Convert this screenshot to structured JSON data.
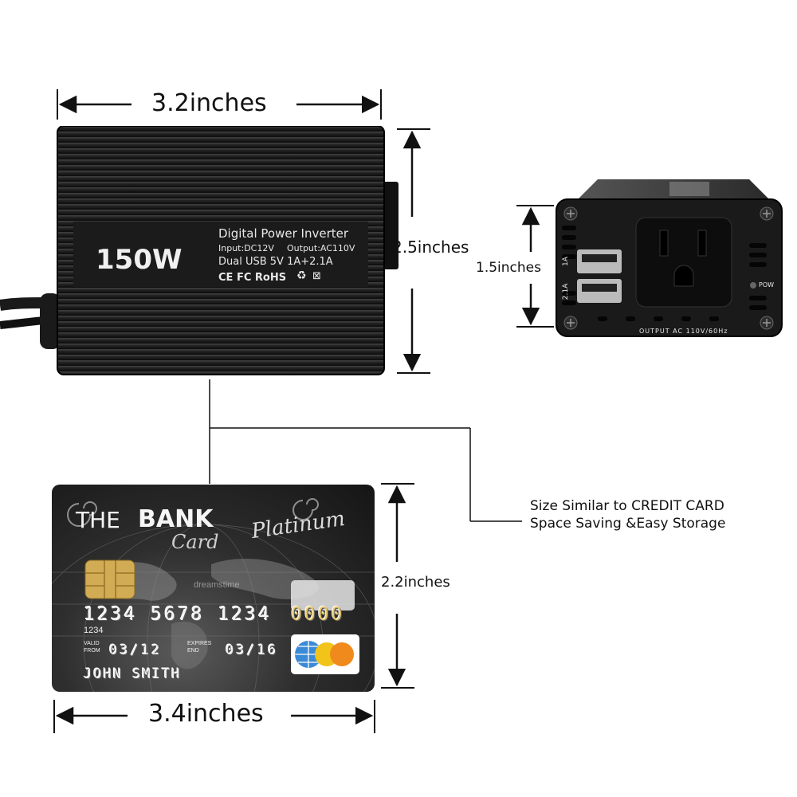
{
  "dimensions": {
    "inverter_width": "3.2inches",
    "inverter_height": "2.5inches",
    "front_height": "1.5inches",
    "card_height": "2.2inches",
    "card_width": "3.4inches"
  },
  "inverter": {
    "wattage": "150W",
    "title": "Digital Power Inverter",
    "input": "Input:DC12V",
    "output": "Output:AC110V",
    "usb": "Dual USB 5V 1A+2.1A",
    "certifications": "CE FC RoHS"
  },
  "front_panel": {
    "usb_top_label": "1A",
    "usb_bottom_label": "2.1A",
    "power_label": "POW",
    "output_label": "OUTPUT AC 110V/60Hz"
  },
  "caption": {
    "line1": "Size Similar to CREDIT CARD",
    "line2": "Space Saving &Easy Storage"
  },
  "card": {
    "bank_prefix": "THE",
    "bank_name": "BANK",
    "card_word": "Card",
    "tier": "Platinum",
    "watermark": "dreamstime",
    "number": "1234 5678 1234",
    "number_tail": "0000",
    "small_number": "1234",
    "valid_from_label_1": "VALID",
    "valid_from_label_2": "FROM",
    "valid_from": "03/12",
    "expires_label_1": "EXPIRES",
    "expires_label_2": "END",
    "expires": "03/16",
    "holder": "JOHN SMITH"
  },
  "colors": {
    "inverter_body": "#1e1e1e",
    "card_dark": "#2a2a2a",
    "chip_gold": "#c9a24a",
    "line": "#111111"
  }
}
